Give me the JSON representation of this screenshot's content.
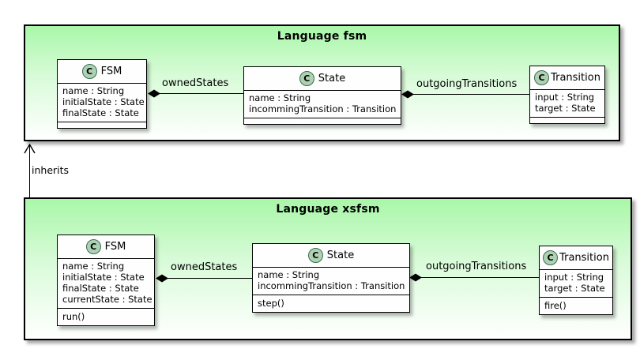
{
  "class_letter": "C",
  "inherits_label": "inherits",
  "packages": [
    {
      "title": "Language fsm",
      "classes": [
        {
          "name": "FSM",
          "attributes": [
            "name : String",
            "initialState : State",
            "finalState : State"
          ],
          "methods": []
        },
        {
          "name": "State",
          "attributes": [
            "name : String",
            "incommingTransition : Transition"
          ],
          "methods": []
        },
        {
          "name": "Transition",
          "attributes": [
            "input : String",
            "target : State"
          ],
          "methods": []
        }
      ],
      "associations": [
        {
          "label": "ownedStates"
        },
        {
          "label": "outgoingTransitions"
        }
      ]
    },
    {
      "title": "Language xsfsm",
      "classes": [
        {
          "name": "FSM",
          "attributes": [
            "name : String",
            "initialState : State",
            "finalState : State",
            "currentState : State"
          ],
          "methods": [
            "run()"
          ]
        },
        {
          "name": "State",
          "attributes": [
            "name : String",
            "incommingTransition : Transition"
          ],
          "methods": [
            "step()"
          ]
        },
        {
          "name": "Transition",
          "attributes": [
            "input : String",
            "target : State"
          ],
          "methods": [
            "fire()"
          ]
        }
      ],
      "associations": [
        {
          "label": "ownedStates"
        },
        {
          "label": "outgoingTransitions"
        }
      ]
    }
  ],
  "colors": {
    "package_gradient_top": "#a9f7a9",
    "package_gradient_bottom": "#ffffff",
    "class_fill": "#fefefe",
    "circle_fill": "#add1b2",
    "circle_border": "#3b6e4f",
    "line": "#000000"
  }
}
